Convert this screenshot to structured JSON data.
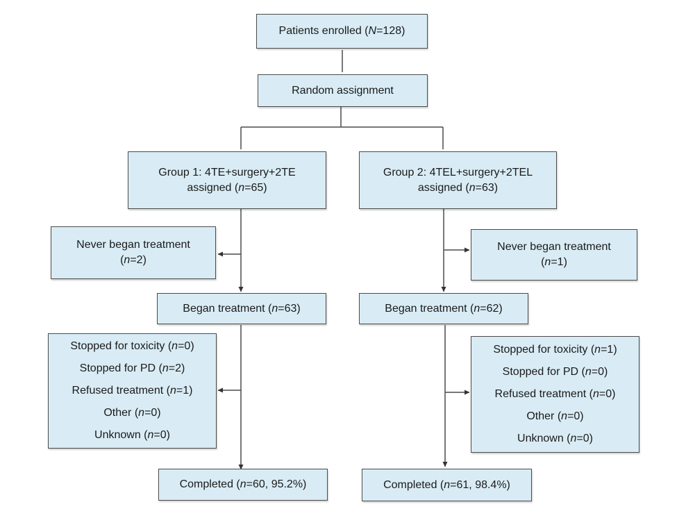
{
  "diagram": {
    "enrolled": {
      "pre": "Patients enrolled (",
      "var": "N",
      "post": "=128)"
    },
    "random": "Random assignment",
    "group1": {
      "assigned_line1": "Group 1: 4TE+surgery+2TE",
      "assigned_line2": {
        "pre": "assigned (",
        "var": "n",
        "post": "=65)"
      },
      "never_began": {
        "line1": "Never began treatment",
        "pre": "(",
        "var": "n",
        "post": "=2)"
      },
      "began": {
        "pre": "Began treatment (",
        "var": "n",
        "post": "=63)"
      },
      "stopped": [
        {
          "pre": "Stopped for toxicity (",
          "var": "n",
          "post": "=0)"
        },
        {
          "pre": "Stopped for PD (",
          "var": "n",
          "post": "=2)"
        },
        {
          "pre": "Refused treatment (",
          "var": "n",
          "post": "=1)"
        },
        {
          "pre": "Other (",
          "var": "n",
          "post": "=0)"
        },
        {
          "pre": "Unknown (",
          "var": "n",
          "post": "=0)"
        }
      ],
      "completed": {
        "pre": "Completed (",
        "var": "n",
        "post": "=60, 95.2%)"
      }
    },
    "group2": {
      "assigned_line1": "Group 2: 4TEL+surgery+2TEL",
      "assigned_line2": {
        "pre": "assigned (",
        "var": "n",
        "post": "=63)"
      },
      "never_began": {
        "line1": "Never began treatment",
        "pre": "(",
        "var": "n",
        "post": "=1)"
      },
      "began": {
        "pre": "Began treatment (",
        "var": "n",
        "post": "=62)"
      },
      "stopped": [
        {
          "pre": "Stopped for toxicity (",
          "var": "n",
          "post": "=1)"
        },
        {
          "pre": "Stopped for PD (",
          "var": "n",
          "post": "=0)"
        },
        {
          "pre": "Refused treatment (",
          "var": "n",
          "post": "=0)"
        },
        {
          "pre": "Other (",
          "var": "n",
          "post": "=0)"
        },
        {
          "pre": "Unknown (",
          "var": "n",
          "post": "=0)"
        }
      ],
      "completed": {
        "pre": "Completed (",
        "var": "n",
        "post": "=61, 98.4%)"
      }
    }
  },
  "colors": {
    "box_fill": "#d9ecf5",
    "line": "#4a4a4a"
  }
}
